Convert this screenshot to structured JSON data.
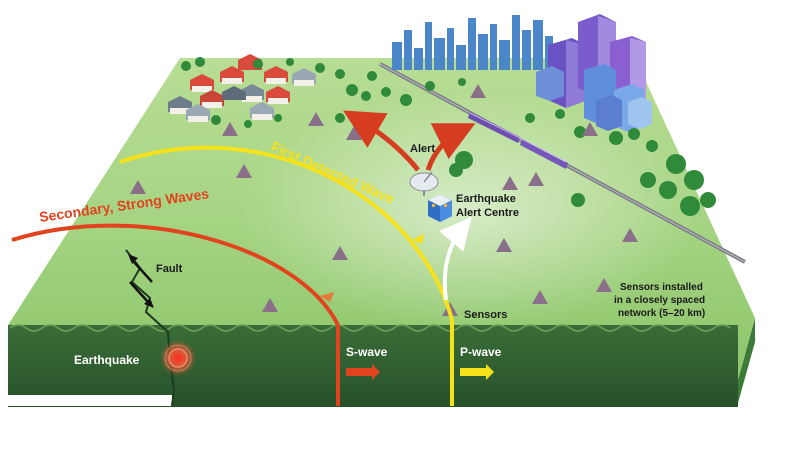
{
  "labels": {
    "alert": "Alert",
    "first_wave": "First Detected Wave",
    "secondary_waves": "Secondary, Strong Waves",
    "centre_line1": "Earthquake",
    "centre_line2": "Alert Centre",
    "fault": "Fault",
    "sensors": "Sensors",
    "sensors_note_1": "Sensors installed",
    "sensors_note_2": "in a closely spaced",
    "sensors_note_3": "network (5–20 km)",
    "earthquake": "Earthquake",
    "s_wave": "S-wave",
    "p_wave": "P-wave"
  },
  "colors": {
    "ground_top": "#9fcf7a",
    "ground_front": "#2f5f2f",
    "ground_side": "#3d7a3a",
    "p_wave": "#f5e21a",
    "s_wave": "#e2431f",
    "alert_arrow": "#d63c1f",
    "city": "#4a86c8",
    "towers": "#7a5cc8"
  }
}
